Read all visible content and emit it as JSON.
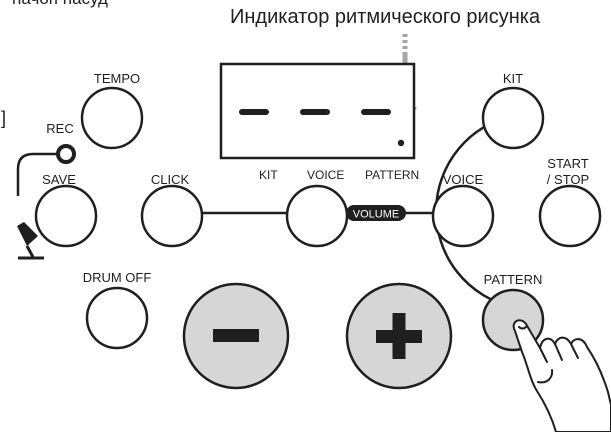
{
  "annotation": {
    "top_left_fragment": "начоп насуд",
    "caption": "Индикатор ритмического рисунка",
    "side_bracket": "]"
  },
  "display": {
    "labels": [
      "KIT",
      "VOICE",
      "PATTERN"
    ]
  },
  "buttons": {
    "tempo": "TEMPO",
    "rec": "REC",
    "save": "SAVE",
    "click": "CLICK",
    "kit": "KIT",
    "voice": "VOICE",
    "start_stop_line1": "START",
    "start_stop_line2": "/ STOP",
    "drum_off": "DRUM OFF",
    "pattern": "PATTERN",
    "minus_symbol": "−",
    "plus_symbol": "+"
  },
  "volume_label": "VOLUME",
  "colors": {
    "stroke": "#1f1f1f",
    "pressed_fill": "#d6d6d6",
    "arrow": "#a6a6a6",
    "background": "#ffffff"
  }
}
